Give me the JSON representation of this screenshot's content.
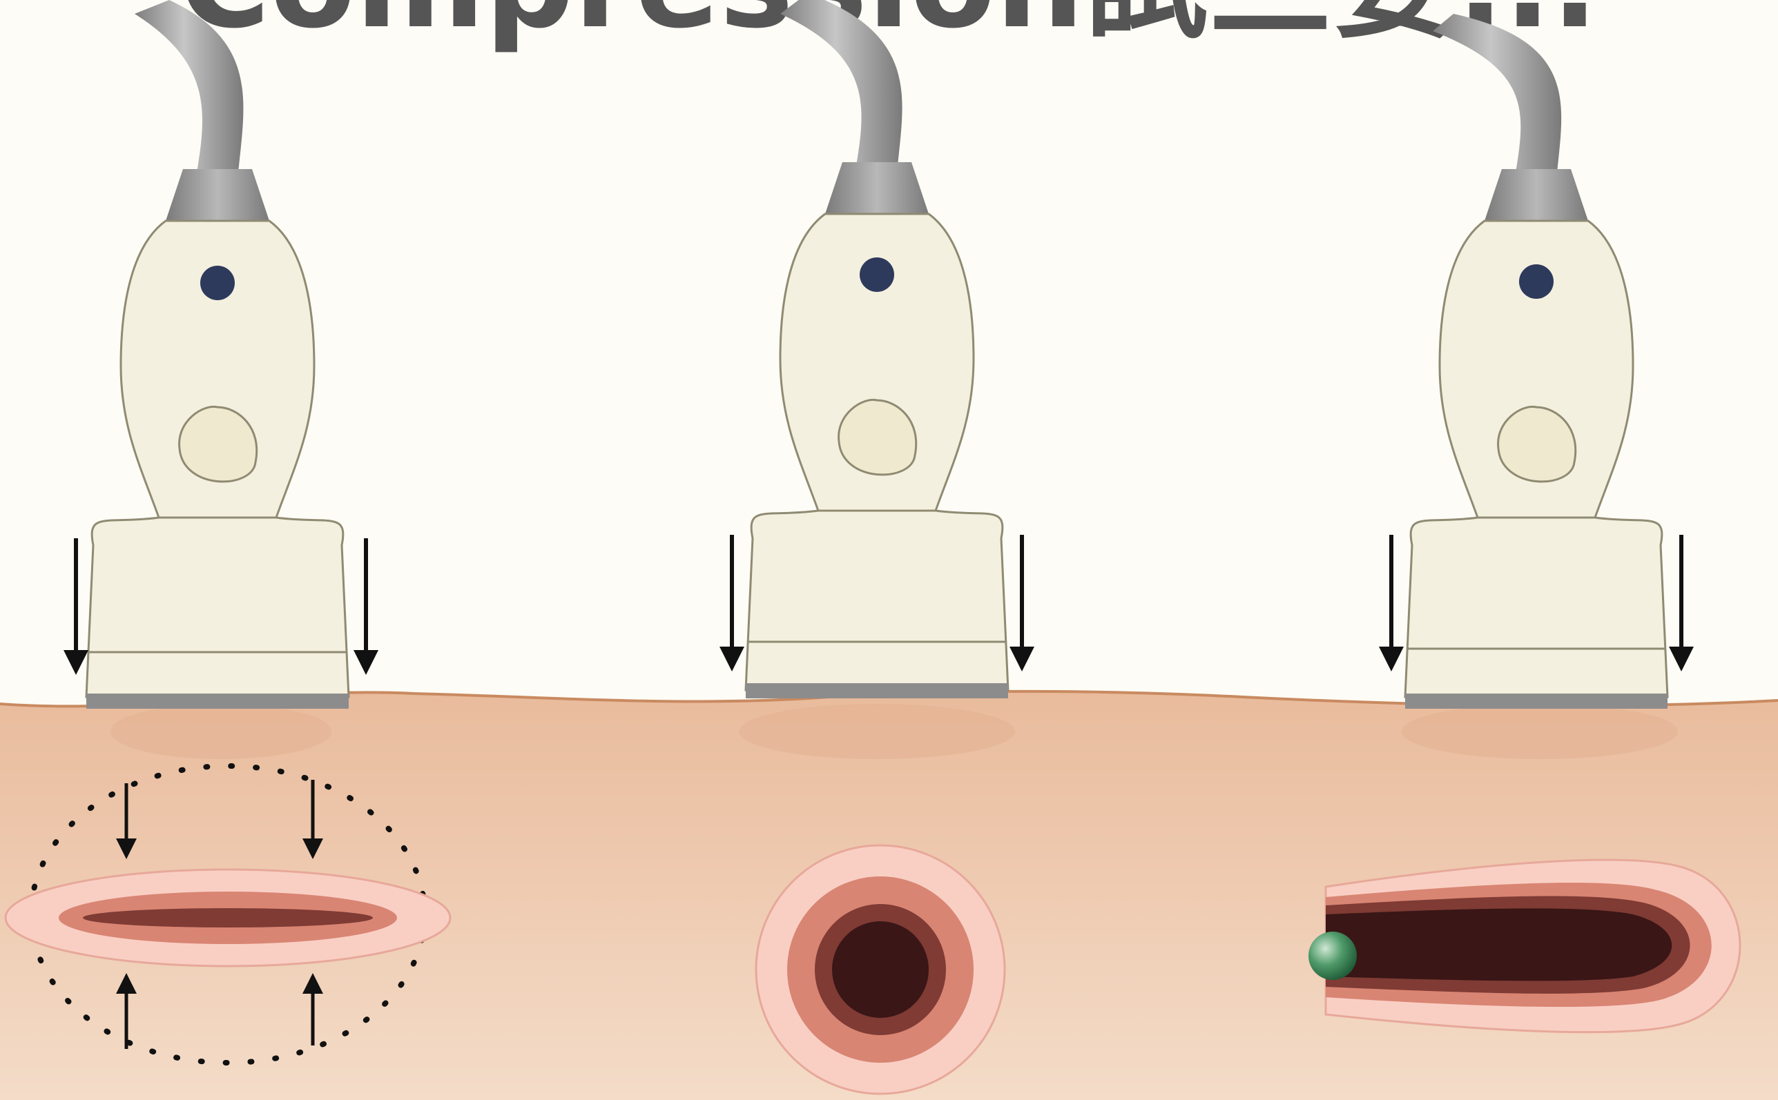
{
  "title": "Compression試三要...",
  "probes": [
    {
      "id": "left",
      "state": "compressed-vein"
    },
    {
      "id": "middle",
      "state": "non-compressible-vessel"
    },
    {
      "id": "right",
      "state": "vessel-with-thrombus"
    }
  ],
  "colors": {
    "background": "#fdfcf6",
    "tissue_top": "#e9bb9c",
    "tissue_bottom": "#f3d9c3",
    "skin_line": "#c98a60",
    "probe_body": "#f3f0df",
    "probe_outline": "#8f8a72",
    "probe_tip": "#8c8c8c",
    "cable": "#9e9e9e",
    "probe_dot": "#2e3a5c",
    "vessel_outer": "#f9cfc4",
    "vessel_middle": "#d98573",
    "vessel_inner": "#7f3b34",
    "lumen": "#3a1616",
    "thrombus": "#3f8a5a",
    "arrow": "#111111"
  }
}
